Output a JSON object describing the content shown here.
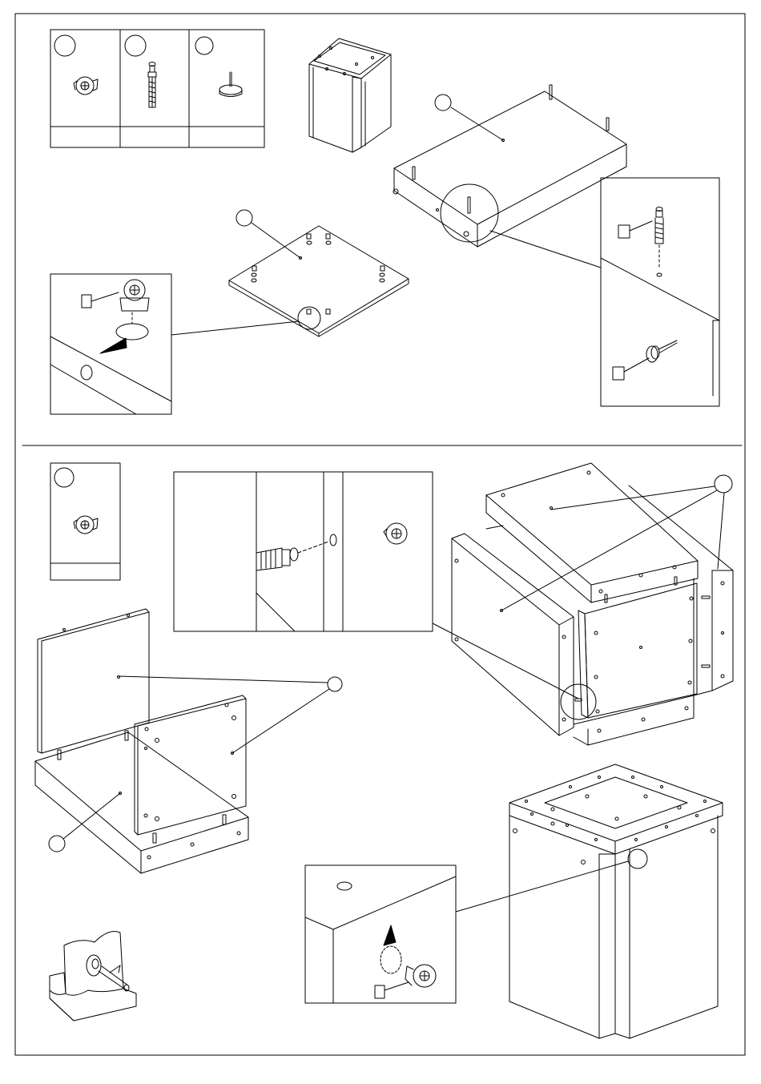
{
  "document": {
    "kind": "assembly-instruction-sheet",
    "sections": [
      {
        "step": "upper",
        "parts_table": [
          {
            "part": "cam-lock-nut",
            "icon": "cam-lock-icon"
          },
          {
            "part": "cam-bolt-dowel",
            "icon": "cam-bolt-icon"
          },
          {
            "part": "nail-glide-foot",
            "icon": "glide-foot-icon"
          }
        ],
        "views": [
          "assembled-cabinet-preview",
          "top-panel-with-bolts",
          "bottom-panel-with-cams",
          "cam-insert-detail",
          "bolt-and-glide-detail"
        ]
      },
      {
        "step": "lower",
        "parts_table": [
          {
            "part": "cam-lock-nut",
            "icon": "cam-lock-icon"
          }
        ],
        "views": [
          "cam-bolt-engagement-detail",
          "exploded-cabinet",
          "side-panels-on-base",
          "cam-turn-example",
          "assembled-cabinet",
          "cam-insert-top-detail"
        ]
      }
    ],
    "colors": {
      "ink": "#000000",
      "paper": "#ffffff"
    }
  }
}
